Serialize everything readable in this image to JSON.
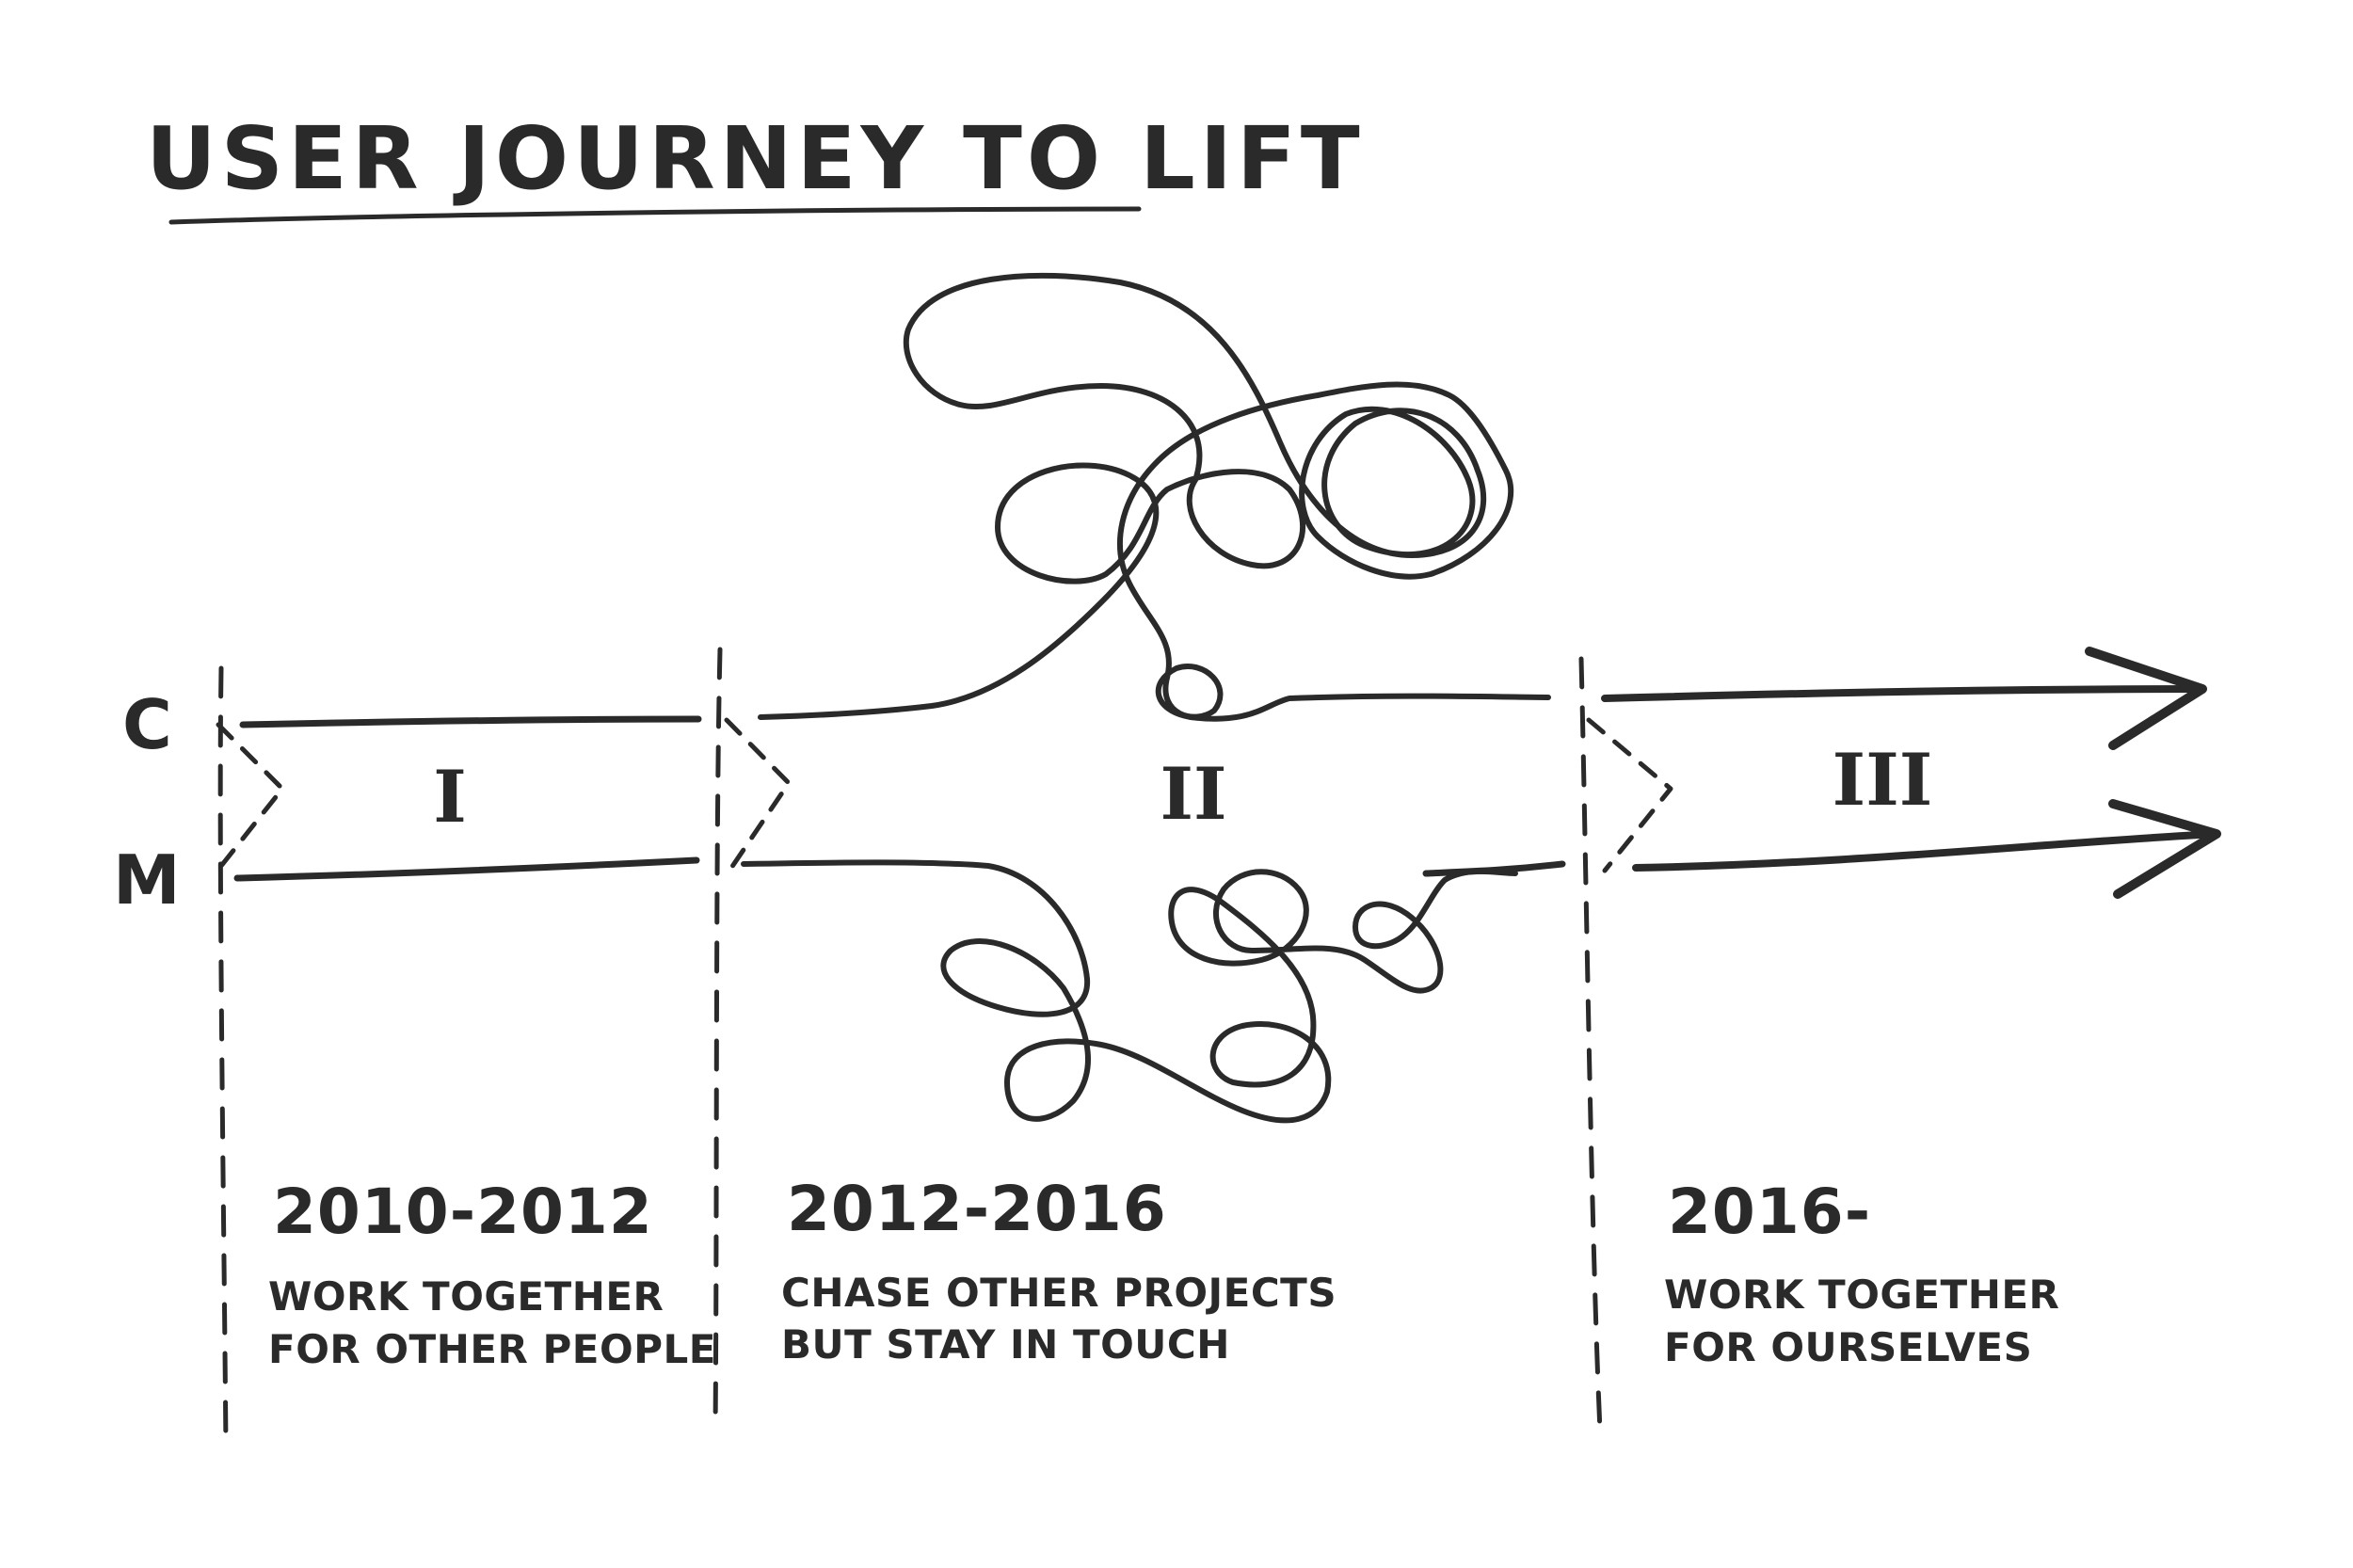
{
  "title": "USER JOURNEY TO LIFT",
  "tracks": {
    "top": "C",
    "bottom": "M"
  },
  "phases": [
    {
      "numeral": "I",
      "years": "2010-2012",
      "desc_line1": "WORK TOGETHER",
      "desc_line2": "FOR OTHER PEOPLE"
    },
    {
      "numeral": "II",
      "years": "2012-2016",
      "desc_line1": "CHASE OTHER PROJECTS",
      "desc_line2": "BUT STAY IN TOUCH"
    },
    {
      "numeral": "III",
      "years": "2016-",
      "desc_line1": "WORK TOGETHER",
      "desc_line2": "FOR OURSELVES"
    }
  ],
  "colors": {
    "ink": "#2a2a2a",
    "background": "#ffffff"
  }
}
